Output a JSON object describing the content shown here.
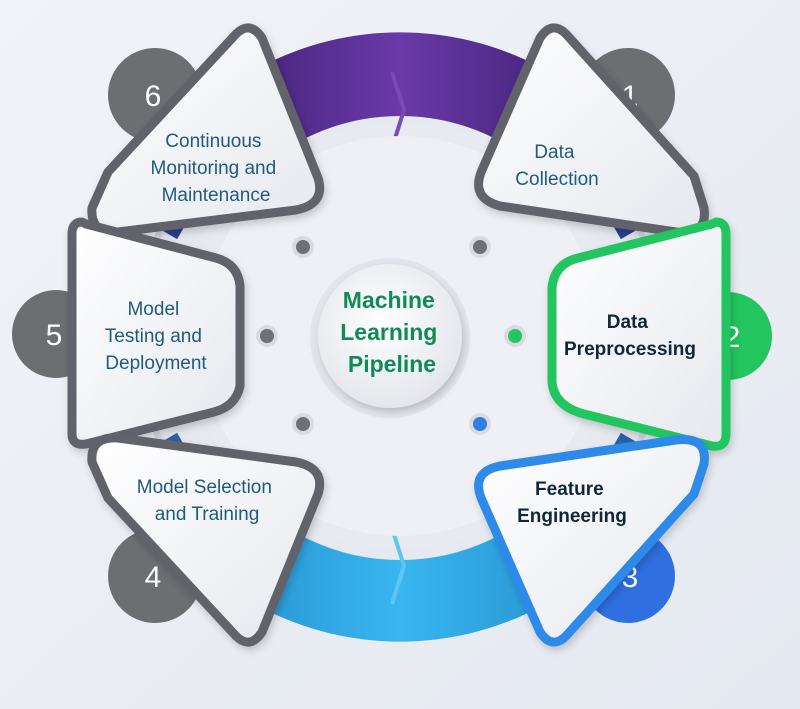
{
  "center": {
    "lines": [
      "Machine",
      "Learning",
      "Pipeline"
    ]
  },
  "steps": [
    {
      "number": "1",
      "lines": [
        "Data",
        "Collection"
      ],
      "bold": false,
      "accent": "#6d6e72"
    },
    {
      "number": "2",
      "lines": [
        "Data",
        "Preprocessing"
      ],
      "bold": true,
      "accent": "#22c55e"
    },
    {
      "number": "3",
      "lines": [
        "Feature",
        "Engineering"
      ],
      "bold": true,
      "accent": "#2f7fe0"
    },
    {
      "number": "4",
      "lines": [
        "Model Selection",
        "and Training"
      ],
      "bold": false,
      "accent": "#6d6e72"
    },
    {
      "number": "5",
      "lines": [
        "Model",
        "Testing and",
        "Deployment"
      ],
      "bold": false,
      "accent": "#6d6e72"
    },
    {
      "number": "6",
      "lines": [
        "Continuous",
        "Monitoring and",
        "Maintenance"
      ],
      "bold": false,
      "accent": "#6d6e72"
    }
  ],
  "colors": {
    "ring_top": "#5b2d8f",
    "ring_bottom": "#2eaee8",
    "connector": "#2d3f8f",
    "dot_gray": "#6f7074",
    "dot_green": "#22c55e",
    "dot_blue": "#2f7fe0"
  }
}
